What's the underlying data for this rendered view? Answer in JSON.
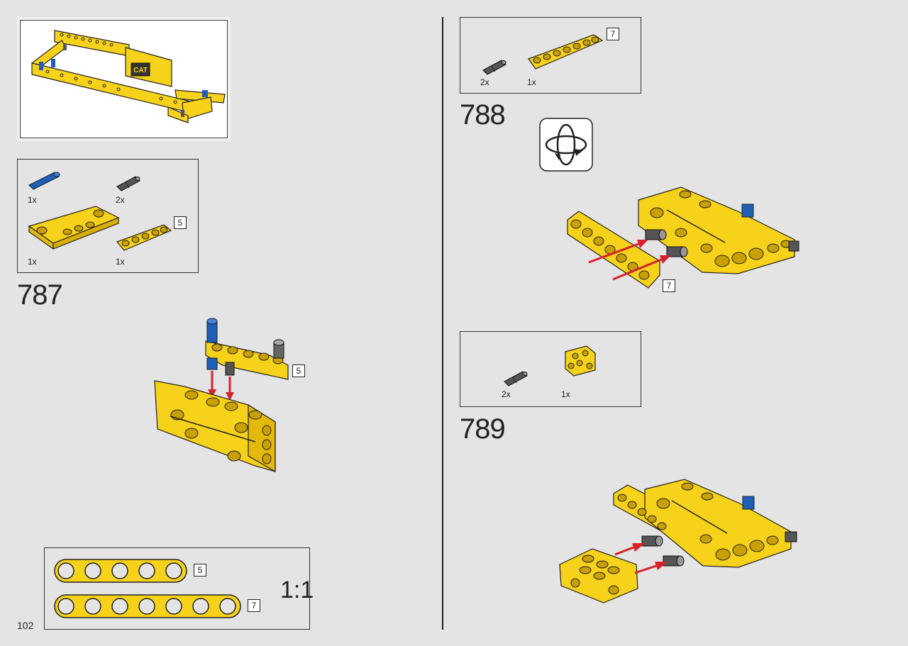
{
  "page_number": "102",
  "scale_label": "1:1",
  "colors": {
    "yellow": "#f7d21a",
    "blue": "#1f5fb5",
    "grey": "#555555",
    "arrow": "#d8212b",
    "background": "#e4e4e4"
  },
  "overview": {
    "logo_text": "CAT"
  },
  "step787": {
    "number": "787",
    "parts": [
      {
        "icon": "blue-pin-icon",
        "qty": "1x"
      },
      {
        "icon": "black-connector-pin-icon",
        "qty": "2x"
      },
      {
        "icon": "yellow-panel-icon",
        "qty": "1x"
      },
      {
        "icon": "yellow-beam-icon",
        "qty": "1x",
        "length": "5"
      }
    ],
    "callout_length": "5"
  },
  "step788": {
    "number": "788",
    "parts": [
      {
        "icon": "black-connector-pin-icon",
        "qty": "2x"
      },
      {
        "icon": "yellow-beam-icon",
        "qty": "1x",
        "length": "7"
      }
    ],
    "rotate_icon": "rotate-model-icon",
    "callout_length": "7"
  },
  "step789": {
    "number": "789",
    "parts": [
      {
        "icon": "black-connector-pin-icon",
        "qty": "2x"
      },
      {
        "icon": "yellow-connector-block-icon",
        "qty": "1x"
      }
    ]
  },
  "scale_reference": {
    "beams": [
      {
        "holes": 5,
        "length": "5"
      },
      {
        "holes": 7,
        "length": "7"
      }
    ]
  }
}
